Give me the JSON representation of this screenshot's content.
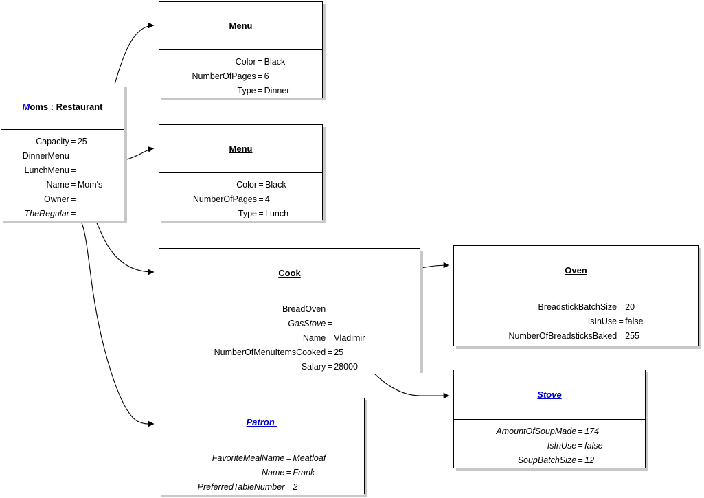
{
  "diagram": {
    "type": "uml-object-diagram",
    "background": "#ffffff",
    "line_color": "#000000",
    "shadow_color": "#c8c8c8",
    "classifier_color": "#000000",
    "instance_color": "#0000cc"
  },
  "objects": [
    {
      "id": "moms",
      "title_lead": "M",
      "title_rest": "oms : Restaurant",
      "title_full": "Moms : Restaurant",
      "title_style": "lead-blue-italic",
      "attributes": [
        {
          "name": "Capacity",
          "eq": "=",
          "value": "25",
          "style": "plain"
        },
        {
          "name": "DinnerMenu",
          "eq": "=",
          "value": "",
          "style": "plain",
          "link": true
        },
        {
          "name": "LunchMenu",
          "eq": "=",
          "value": "",
          "style": "plain",
          "link": true
        },
        {
          "name": "Name",
          "eq": "=",
          "value": "Mom's",
          "style": "plain"
        },
        {
          "name": "Owner",
          "eq": "=",
          "value": "",
          "style": "plain",
          "link": true
        },
        {
          "name": "TheRegular",
          "eq": "=",
          "value": "",
          "style": "blue-italic",
          "link": true
        }
      ]
    },
    {
      "id": "menu_dinner",
      "title_full": "Menu",
      "title_style": "black",
      "attributes": [
        {
          "name": "Color",
          "eq": "=",
          "value": "Black",
          "style": "plain"
        },
        {
          "name": "NumberOfPages",
          "eq": "=",
          "value": "6",
          "style": "plain"
        },
        {
          "name": "Type",
          "eq": "=",
          "value": "Dinner",
          "style": "plain"
        }
      ]
    },
    {
      "id": "menu_lunch",
      "title_full": "Menu",
      "title_style": "black",
      "attributes": [
        {
          "name": "Color",
          "eq": "=",
          "value": "Black",
          "style": "plain"
        },
        {
          "name": "NumberOfPages",
          "eq": "=",
          "value": "4",
          "style": "plain"
        },
        {
          "name": "Type",
          "eq": "=",
          "value": "Lunch",
          "style": "plain"
        }
      ]
    },
    {
      "id": "cook",
      "title_full": "Cook",
      "title_style": "black",
      "attributes": [
        {
          "name": "BreadOven",
          "eq": "=",
          "value": "",
          "style": "plain",
          "link": true
        },
        {
          "name": "GasStove",
          "eq": "=",
          "value": "",
          "style": "blue-italic",
          "link": true
        },
        {
          "name": "Name",
          "eq": "=",
          "value": "Vladimir",
          "style": "plain"
        },
        {
          "name": "NumberOfMenuItemsCooked",
          "eq": "=",
          "value": "25",
          "style": "plain"
        },
        {
          "name": "Salary",
          "eq": "=",
          "value": "28000",
          "style": "plain"
        }
      ]
    },
    {
      "id": "oven",
      "title_full": "Oven",
      "title_style": "black",
      "attributes": [
        {
          "name": "BreadstickBatchSize",
          "eq": "=",
          "value": "20",
          "style": "plain"
        },
        {
          "name": "IsInUse",
          "eq": "=",
          "value": "false",
          "style": "plain"
        },
        {
          "name": "NumberOfBreadsticksBaked",
          "eq": "=",
          "value": "255",
          "style": "plain"
        }
      ]
    },
    {
      "id": "stove",
      "title_full": "Stove",
      "title_style": "blue",
      "attributes": [
        {
          "name": "AmountOfSoupMade",
          "eq": "=",
          "value": "174",
          "style": "blue-italic"
        },
        {
          "name": "IsInUse",
          "eq": "=",
          "value": "false",
          "style": "blue-italic"
        },
        {
          "name": "SoupBatchSize",
          "eq": "=",
          "value": "12",
          "style": "blue-italic"
        }
      ]
    },
    {
      "id": "patron",
      "title_full": "Patron ",
      "title_style": "blue",
      "attributes": [
        {
          "name": "FavoriteMealName",
          "eq": "=",
          "value": "Meatloaf",
          "style": "blue-italic"
        },
        {
          "name": "Name",
          "eq": "=",
          "value": "Frank",
          "style": "blue-italic"
        },
        {
          "name": "PreferredTableNumber",
          "eq": "=",
          "value": "2",
          "style": "blue-italic"
        }
      ]
    }
  ],
  "links": [
    {
      "id": "link-dinnermenu",
      "from": "moms.DinnerMenu",
      "to": "menu_dinner"
    },
    {
      "id": "link-lunchmenu",
      "from": "moms.LunchMenu",
      "to": "menu_lunch"
    },
    {
      "id": "link-owner",
      "from": "moms.Owner",
      "to": "cook"
    },
    {
      "id": "link-theregular",
      "from": "moms.TheRegular",
      "to": "patron"
    },
    {
      "id": "link-breadoven",
      "from": "cook.BreadOven",
      "to": "oven"
    },
    {
      "id": "link-gasstove",
      "from": "cook.GasStove",
      "to": "stove"
    }
  ]
}
